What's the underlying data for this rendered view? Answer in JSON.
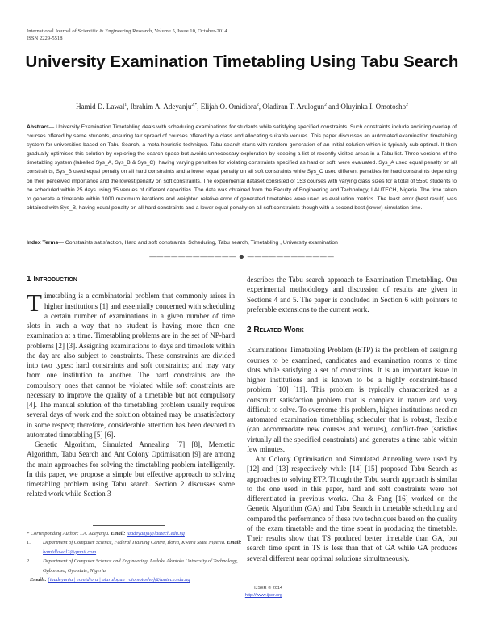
{
  "header": {
    "journal": "International Journal of Scientific & Engineering Research, Volume 5, Issue 10, October-2014",
    "issn": "ISSN 2229-5518"
  },
  "title": "University Examination Timetabling Using Tabu Search",
  "authors": [
    {
      "name": "Hamid D. Lawal",
      "sup": "1"
    },
    {
      "name": "Ibrahim A. Adeyanju",
      "sup": "2,*"
    },
    {
      "name": "Elijah O. Omidiora",
      "sup": "2"
    },
    {
      "name": "Oladiran T. Arulogun",
      "sup": "2"
    },
    {
      "name": "Oluyinka I. Omotosho",
      "sup": "2"
    }
  ],
  "authors_sep": ", ",
  "authors_and": " and ",
  "abstract": {
    "label": "Abstract",
    "dash": "— ",
    "text": "University Examination Timetabling deals with scheduling examinations for students while satisfying specified constraints. Such constraints include avoiding overlap of courses offered by same students, ensuring fair spread of courses offered by a class and allocating suitable venues. This paper discusses an automated examination timetabling system for universities based on Tabu Search, a meta-heuristic technique. Tabu search starts with random generation of an initial solution which is typically sub-optimal. It then gradually optimises this solution by exploring the search space but avoids unnecessary exploration by keeping a list of recently visited areas in a Tabu list. Three versions of the timetabling system (labelled Sys_A, Sys_B & Sys_C), having varying penalties for violating constraints specified as hard or soft, were evaluated. Sys_A used equal penalty on all constraints, Sys_B used equal penalty on all hard constraints and a lower equal penalty on all soft constraints while Sys_C used different penalties for hard constraints depending on their perceived importance and the lowest penalty on soft constraints. The experimental dataset consisted of 153 courses with varying class sizes for a total of 5550 students to be scheduled within 25 days using 15 venues of different capacities. The data was obtained from the Faculty of Engineering and Technology, LAUTECH, Nigeria. The time taken to generate a timetable within 1000 maximum iterations and weighted relative error of generated timetables were used as evaluation metrics. The least error (best result) was obtained with Sys_B, having equal penalty on all hard constraints and a lower equal penalty on all soft constraints though with a second best (lower) simulation time."
  },
  "index_terms": {
    "label": "Index Terms",
    "dash": "— ",
    "text": "Constraints satisfaction, Hard and soft constraints, Scheduling, Tabu search, Timetabling , University examination"
  },
  "separator": "———————————— ◆ ————————————",
  "sections": {
    "intro": {
      "heading": "1 Introduction",
      "drop_cap": "T",
      "p1": "imetabling is a combinatorial problem that commonly arises in higher institutions [1] and essentially concerned with scheduling a certain number of examinations in a given number of time slots in such a way that no student is having more than one examination at a time. Timetabling problems are in the set of NP-hard problems [2] [3]. Assigning examinations to days and timeslots within the day are also subject to constraints. These constraints are divided into two types: hard constraints and soft constraints; and may vary from one institution to another. The hard constraints are the compulsory ones that cannot be violated while soft constraints are necessary to improve the quality of a timetable but not compulsory [4]. The manual solution of the timetabling problem usually requires several days of work and the solution obtained may be unsatisfactory in some respect; therefore, considerable attention has been devoted to automated timetabling [5] [6].",
      "p2": "Genetic Algorithm, Simulated Annealing [7] [8], Memetic Algorithm, Tabu Search and Ant Colony Optimisation [9] are among the main approaches for solving the timetabling problem intelligently. In this paper, we propose a simple but effective approach to solving timetabling problem using Tabu search. Section 2 discusses some related work while Section 3",
      "p3": "describes the Tabu search approach to Examination Timetabling. Our experimental methodology and discussion of results are given in Sections 4 and 5.  The paper is concluded in Section 6 with pointers to preferable extensions to the current work."
    },
    "related": {
      "heading": "2 Related Work",
      "p1": "Examinations Timetabling Problem (ETP) is the problem of assigning courses to be examined, candidates and examination rooms to time slots while satisfying a set of constraints. It is an important issue in higher institutions and is known to be a highly constraint-based problem [10] [11]. This problem is typically characterized as a constraint satisfaction problem that is complex in nature and very difficult to solve. To overcome this problem, higher institutions need an automated examination timetabling scheduler that is robust, flexible (can accommodate new courses and venues), conflict-free (satisfies virtually all the specified constraints) and generates a time table within few minutes.",
      "p2": "Ant Colony Optimisation and Simulated Annealing were used by [12] and [13] respectively while [14] [15] proposed Tabu Search as approaches to solving ETP. Though the Tabu search approach is similar to the one used in this paper, hard and soft constraints were not differentiated in previous works. Chu & Fang [16] worked on the Genetic Algorithm (GA) and Tabu Search in timetable scheduling and compared the performance of these two techniques based on the quality of the exam timetable and the time spent in producing the timetable. Their results show that TS produced better timetable than GA, but search time spent in TS is less than that of GA while GA produces several different near optimal solutions simultaneously."
    }
  },
  "footnotes": {
    "corresponding": "* Corresponding Author: I.A. Adeyanju. ",
    "email_label": "Email: ",
    "corresponding_email": "iaadeyanju@lautech.edu.ng",
    "items": [
      {
        "num": "1.",
        "text": "Department of Computer Science, Federal Training Centre, Ilorin, Kwara State Nigeria. ",
        "email": "hamidlawal2@gmail.com"
      },
      {
        "num": "2.",
        "text": "Department of Computer Science and Engineering, Ladoke Akintola University of Technology, Ogbomoso, Oyo state, Nigeria",
        "email": ""
      }
    ],
    "emails_label": "Emails: ",
    "emails": "{iaadeyanju | eomidiora | otarulogun | oiomotosho}@lautech.edu.ng"
  },
  "footer": {
    "copyright": "IJSER © 2014",
    "url": "http://www.ijser.org"
  }
}
